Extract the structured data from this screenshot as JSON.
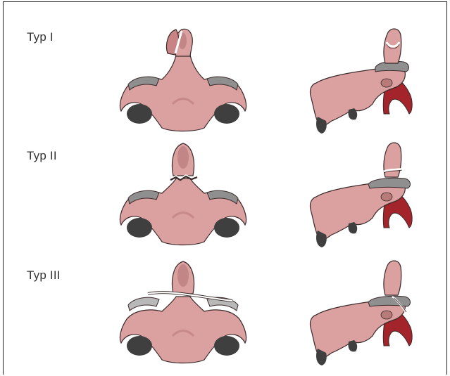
{
  "colors": {
    "bone": "#dba0a0",
    "bone_dark": "#b97a7a",
    "outline": "#3a2a2a",
    "cartilage": "#8f8f8f",
    "cartilage_light": "#b8b8b8",
    "shadow": "#3f3f3f",
    "artery": "#a3242a",
    "fracture": "#ffffff"
  },
  "rows": [
    {
      "label": "Typ I",
      "fracture_level": "tip of dens (oblique)"
    },
    {
      "label": "Typ II",
      "fracture_level": "base of dens (neck)"
    },
    {
      "label": "Typ III",
      "fracture_level": "through body of axis"
    }
  ]
}
